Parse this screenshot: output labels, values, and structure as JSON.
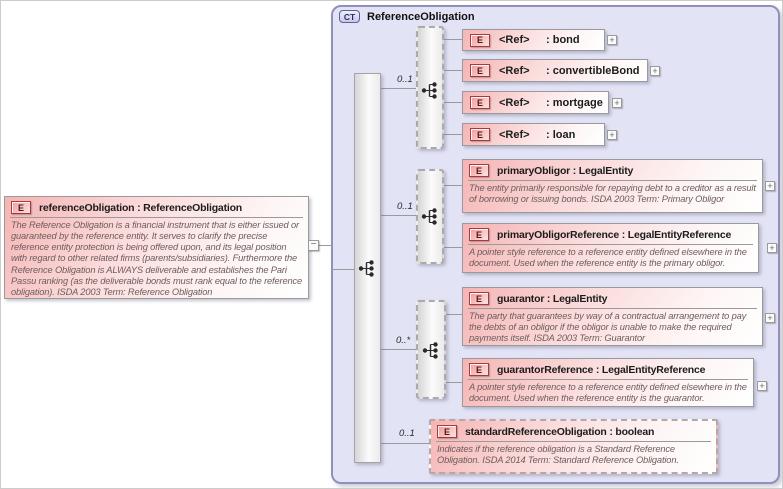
{
  "root_element": {
    "badge": "E",
    "title": "referenceObligation : ReferenceObligation",
    "annotation": "The Reference Obligation is a financial instrument that is either issued or guaranteed by the reference entity. It serves to clarify the precise reference entity protection is being offered upon, and its legal position with regard to other related firms (parents/subsidiaries). Furthermore the Reference Obligation is ALWAYS deliverable and establishes the Pari Passu ranking (as the deliverable bonds must rank equal to the reference obligation). ISDA 2003 Term: Reference Obligation"
  },
  "complex_type": {
    "badge": "CT",
    "name": "ReferenceObligation"
  },
  "glyphs": {
    "collapse": "−",
    "expand": "+"
  },
  "groups": [
    {
      "type": "choice",
      "cardinality": "0..1"
    },
    {
      "type": "choice",
      "cardinality": "0..1"
    },
    {
      "type": "choice",
      "cardinality": "0..*"
    },
    {
      "type": "optional-element",
      "cardinality": "0..1"
    }
  ],
  "ref_elements": [
    {
      "badge": "E",
      "ref_label": "<Ref>",
      "type_label": ": bond"
    },
    {
      "badge": "E",
      "ref_label": "<Ref>",
      "type_label": ": convertibleBond"
    },
    {
      "badge": "E",
      "ref_label": "<Ref>",
      "type_label": ": mortgage"
    },
    {
      "badge": "E",
      "ref_label": "<Ref>",
      "type_label": ": loan"
    }
  ],
  "detail_elements": [
    {
      "badge": "E",
      "title": "primaryObligor : LegalEntity",
      "annotation": "The entity primarily responsible for repaying debt to a creditor as a result of borrowing or issuing bonds. ISDA 2003 Term: Primary Obligor"
    },
    {
      "badge": "E",
      "title": "primaryObligorReference : LegalEntityReference",
      "annotation": "A pointer style reference to a reference entity defined elsewhere in the document. Used when the reference entity is the primary obligor."
    },
    {
      "badge": "E",
      "title": "guarantor : LegalEntity",
      "annotation": "The party that guarantees by way of a contractual arrangement to pay the debts of an obligor if the obligor is unable to make the required payments itself. ISDA 2003 Term: Guarantor"
    },
    {
      "badge": "E",
      "title": "guarantorReference : LegalEntityReference",
      "annotation": "A pointer style reference to a reference entity defined elsewhere in the document. Used when the reference entity is the guarantor."
    },
    {
      "badge": "E",
      "title": "standardReferenceObligation : boolean",
      "annotation": "Indicates if the reference obligation is a Standard Reference Obligation. ISDA 2014 Term: Standard Reference Obligation."
    }
  ],
  "colors": {
    "element_fill_top": "#f5b4b4",
    "container_fill": "#e3e3f6",
    "container_border": "#9090bc",
    "connector_line": "#9a9a9a",
    "annotation_text": "#6e5d5d",
    "badge_border": "#a93a3a"
  }
}
